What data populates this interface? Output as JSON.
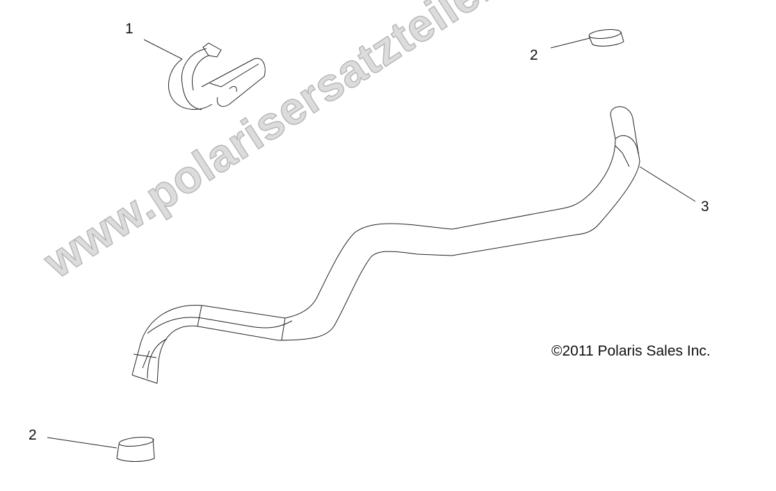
{
  "callouts": {
    "clamp": "1",
    "sleeve_top": "2",
    "hose": "3",
    "sleeve_bottom": "2"
  },
  "copyright": "©2011 Polaris Sales Inc.",
  "watermark": "www.polarisersatzteile.de"
}
